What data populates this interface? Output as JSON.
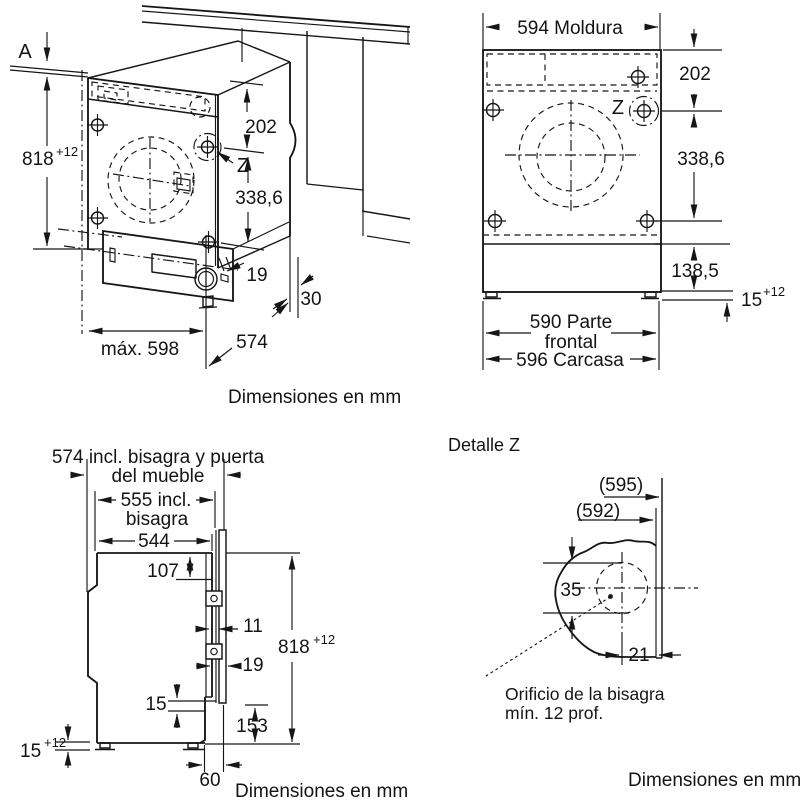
{
  "colors": {
    "background": "#ffffff",
    "line": "#161616"
  },
  "views": {
    "isometric": {
      "label_a": "A",
      "dim_height": "818",
      "dim_height_sup": "+12",
      "dim_top": "202",
      "label_z": "Z",
      "dim_drum": "338,6",
      "dim_hinge": "19",
      "dim_gap": "30",
      "dim_max_width": "máx. 598",
      "dim_depth": "574",
      "caption": "Dimensiones en mm"
    },
    "front": {
      "dim_width_trim": "594 Moldura",
      "dim_top": "202",
      "label_z": "Z",
      "dim_drum": "338,6",
      "dim_plinth": "138,5",
      "dim_feet": "15",
      "dim_feet_sup": "+12",
      "dim_front_width_line1": "590 Parte",
      "dim_front_width_line2": "frontal",
      "dim_body_width": "596 Carcasa"
    },
    "side": {
      "dim_depth_door_line1": "574 incl. bisagra y puerta",
      "dim_depth_door_line2": "del mueble",
      "dim_depth_hinge_line1": "555 incl.",
      "dim_depth_hinge_line2": "bisagra",
      "dim_depth_body": "544",
      "dim_hinge_top": "107",
      "dim_gap_door": "11",
      "dim_height": "818",
      "dim_height_sup": "+12",
      "dim_door_thickness": "19",
      "dim_step": "15",
      "dim_plinth": "153",
      "dim_feet": "15",
      "dim_feet_sup": "+12",
      "dim_toe": "60",
      "caption": "Dimensiones en mm"
    },
    "detail_z": {
      "title": "Detalle Z",
      "dim_ref_outer": "(595)",
      "dim_ref_inner": "(592)",
      "dim_hole_height": "35",
      "dim_hole_offset": "21",
      "note_line1": "Orificio de la bisagra",
      "note_line2": "mín. 12 prof.",
      "caption": "Dimensiones en mm"
    }
  }
}
